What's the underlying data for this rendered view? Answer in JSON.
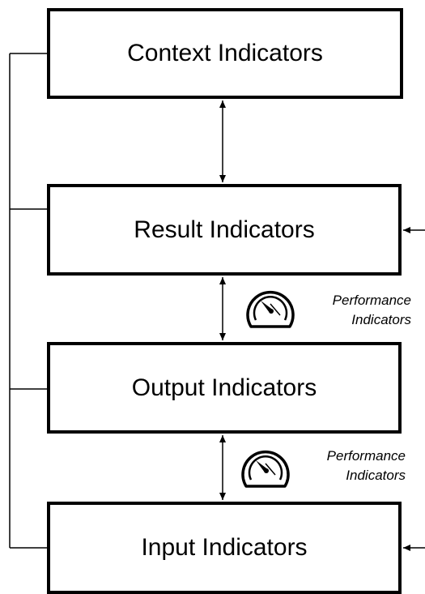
{
  "boxes": {
    "context": "Context Indicators",
    "result": "Result Indicators",
    "output": "Output Indicators",
    "input": "Input Indicators"
  },
  "performance_labels": [
    {
      "line1": "Performance",
      "line2": "Indicators"
    },
    {
      "line1": "Performance",
      "line2": "Indicators"
    }
  ],
  "icons": [
    "gauge-icon",
    "gauge-icon"
  ]
}
